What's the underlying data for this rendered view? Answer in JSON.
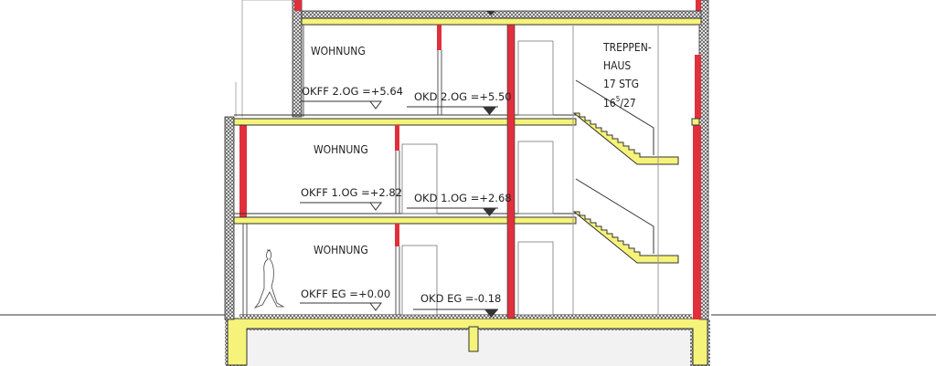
{
  "colors": {
    "wall": "#e0303c",
    "slab": "#f6f37a",
    "insulation": "#555555",
    "line": "#333333",
    "basement": "#f2f2f2"
  },
  "rooms": [
    {
      "label": "WOHNUNG",
      "floor": "2.OG"
    },
    {
      "label": "WOHNUNG",
      "floor": "1.OG"
    },
    {
      "label": "WOHNUNG",
      "floor": "EG"
    }
  ],
  "stair": {
    "line1": "TREPPEN-",
    "line2": "HAUS",
    "line3": "17 STG",
    "line4_base": "16",
    "line4_sup": "5",
    "line4_rest": "/27"
  },
  "levels": [
    {
      "okff": "OKFF 2.OG =+5.64",
      "okd": "OKD 2.OG =+5.50"
    },
    {
      "okff": "OKFF 1.OG =+2.82",
      "okd": "OKD 1.OG =+2.68"
    },
    {
      "okff": "OKFF EG =+0.00",
      "okd": "OKD EG =-0.18"
    }
  ]
}
